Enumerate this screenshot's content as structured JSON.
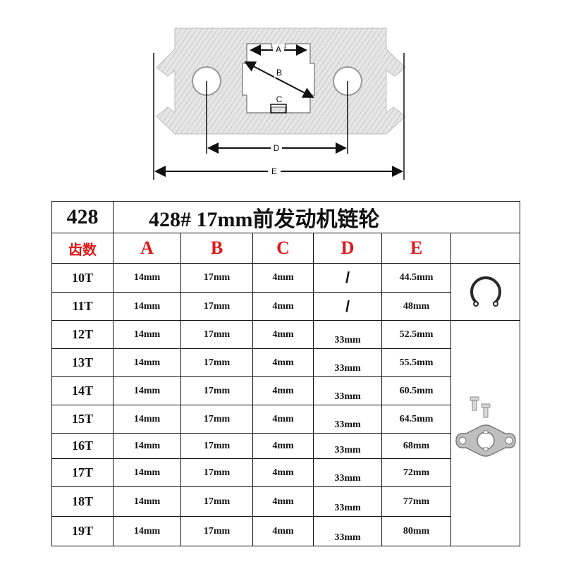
{
  "diagram": {
    "labels": {
      "a": "A",
      "b": "B",
      "c": "C",
      "d": "D",
      "e": "E"
    }
  },
  "table": {
    "model": "428",
    "title": "428# 17mm前发动机链轮",
    "headers": {
      "teeth": "齿数",
      "a": "A",
      "b": "B",
      "c": "C",
      "d": "D",
      "e": "E"
    },
    "rows": [
      {
        "teeth": "10T",
        "a": "14mm",
        "b": "17mm",
        "c": "4mm",
        "d": "/",
        "e": "44.5mm"
      },
      {
        "teeth": "11T",
        "a": "14mm",
        "b": "17mm",
        "c": "4mm",
        "d": "/",
        "e": "48mm"
      },
      {
        "teeth": "12T",
        "a": "14mm",
        "b": "17mm",
        "c": "4mm",
        "d": "33mm",
        "e": "52.5mm"
      },
      {
        "teeth": "13T",
        "a": "14mm",
        "b": "17mm",
        "c": "4mm",
        "d": "33mm",
        "e": "55.5mm"
      },
      {
        "teeth": "14T",
        "a": "14mm",
        "b": "17mm",
        "c": "4mm",
        "d": "33mm",
        "e": "60.5mm"
      },
      {
        "teeth": "15T",
        "a": "14mm",
        "b": "17mm",
        "c": "4mm",
        "d": "33mm",
        "e": "64.5mm"
      },
      {
        "teeth": "16T",
        "a": "14mm",
        "b": "17mm",
        "c": "4mm",
        "d": "33mm",
        "e": "68mm"
      },
      {
        "teeth": "17T",
        "a": "14mm",
        "b": "17mm",
        "c": "4mm",
        "d": "33mm",
        "e": "72mm"
      },
      {
        "teeth": "18T",
        "a": "14mm",
        "b": "17mm",
        "c": "4mm",
        "d": "33mm",
        "e": "77mm"
      },
      {
        "teeth": "19T",
        "a": "14mm",
        "b": "17mm",
        "c": "4mm",
        "d": "33mm",
        "e": "80mm"
      }
    ]
  },
  "colors": {
    "header_red": "#e01818",
    "border": "#111111"
  },
  "icons": {
    "circlip": "circlip-icon",
    "fixing_plate": "fixing-plate-with-bolts-icon"
  }
}
